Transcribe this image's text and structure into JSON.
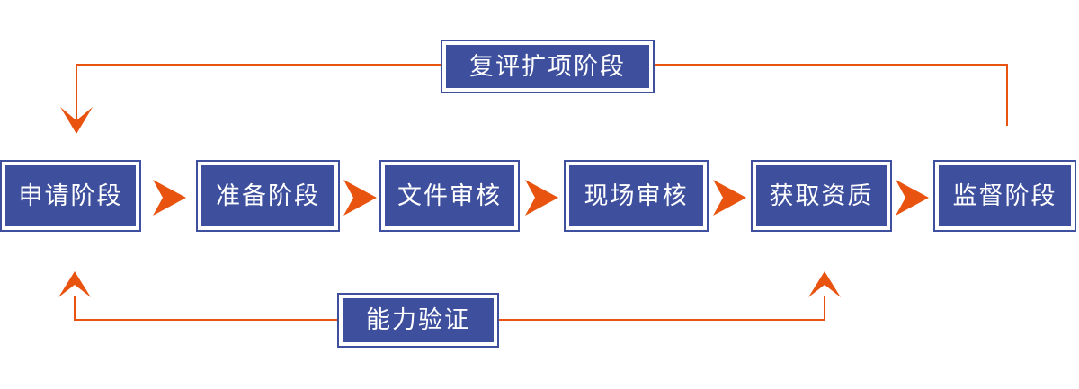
{
  "diagram": {
    "stages": [
      {
        "label": "申请阶段"
      },
      {
        "label": "准备阶段"
      },
      {
        "label": "文件审核"
      },
      {
        "label": "现场审核"
      },
      {
        "label": "获取资质"
      },
      {
        "label": "监督阶段"
      }
    ],
    "top_feedback": {
      "label": "复评扩项阶段"
    },
    "bottom_feedback": {
      "label": "能力验证"
    }
  },
  "colors": {
    "box_blue": "#3E4F9E",
    "arrow_orange": "#E8540F",
    "box_text": "#FFFFFF",
    "background": "#FFFFFF"
  }
}
